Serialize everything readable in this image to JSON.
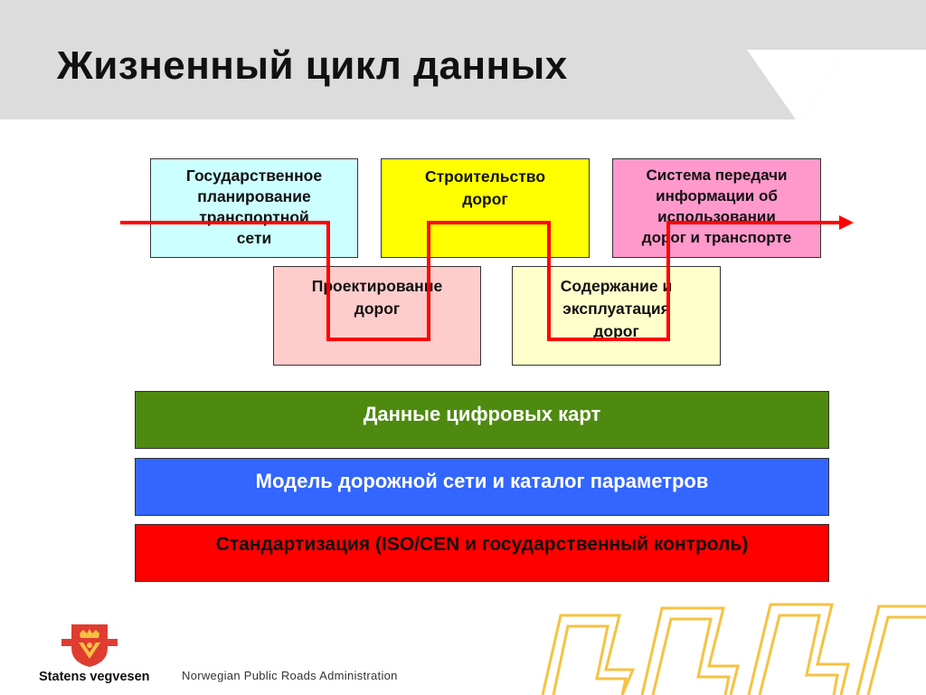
{
  "slide": {
    "title": "Жизненный цикл данных"
  },
  "lifecycle": {
    "planning": "Государственное\nпланирование\nтранспортной\nсети",
    "construction": "Строительство\nдорог",
    "information_system": "Система передачи\nинформации об\nиспользовании\nдорог и транспорте",
    "design": "Проектирование\nдорог",
    "maintenance": "Содержание и\nэксплуатация\nдорог"
  },
  "layers": {
    "digital_maps": "Данные цифровых карт",
    "road_network_model": "Модель дорожной сети и каталог параметров",
    "standardization": "Стандартизация (ISO/CEN и государственный контроль)"
  },
  "footer": {
    "brand": "Statens vegvesen",
    "organization": "Norwegian Public Roads Administration"
  },
  "colors": {
    "title_band": "#dcdcdc",
    "flow_arrow": "#ff0000",
    "planning_box": "#ccffff",
    "construction_box": "#ffff00",
    "info_box": "#ff99cc",
    "design_box": "#ffcccc",
    "maintenance_box": "#ffffcc",
    "maps_bar": "#4e8a10",
    "model_bar": "#3366ff",
    "standard_bar": "#ff0000",
    "logo_red": "#e03c31",
    "deco_orange": "#f5c242"
  }
}
